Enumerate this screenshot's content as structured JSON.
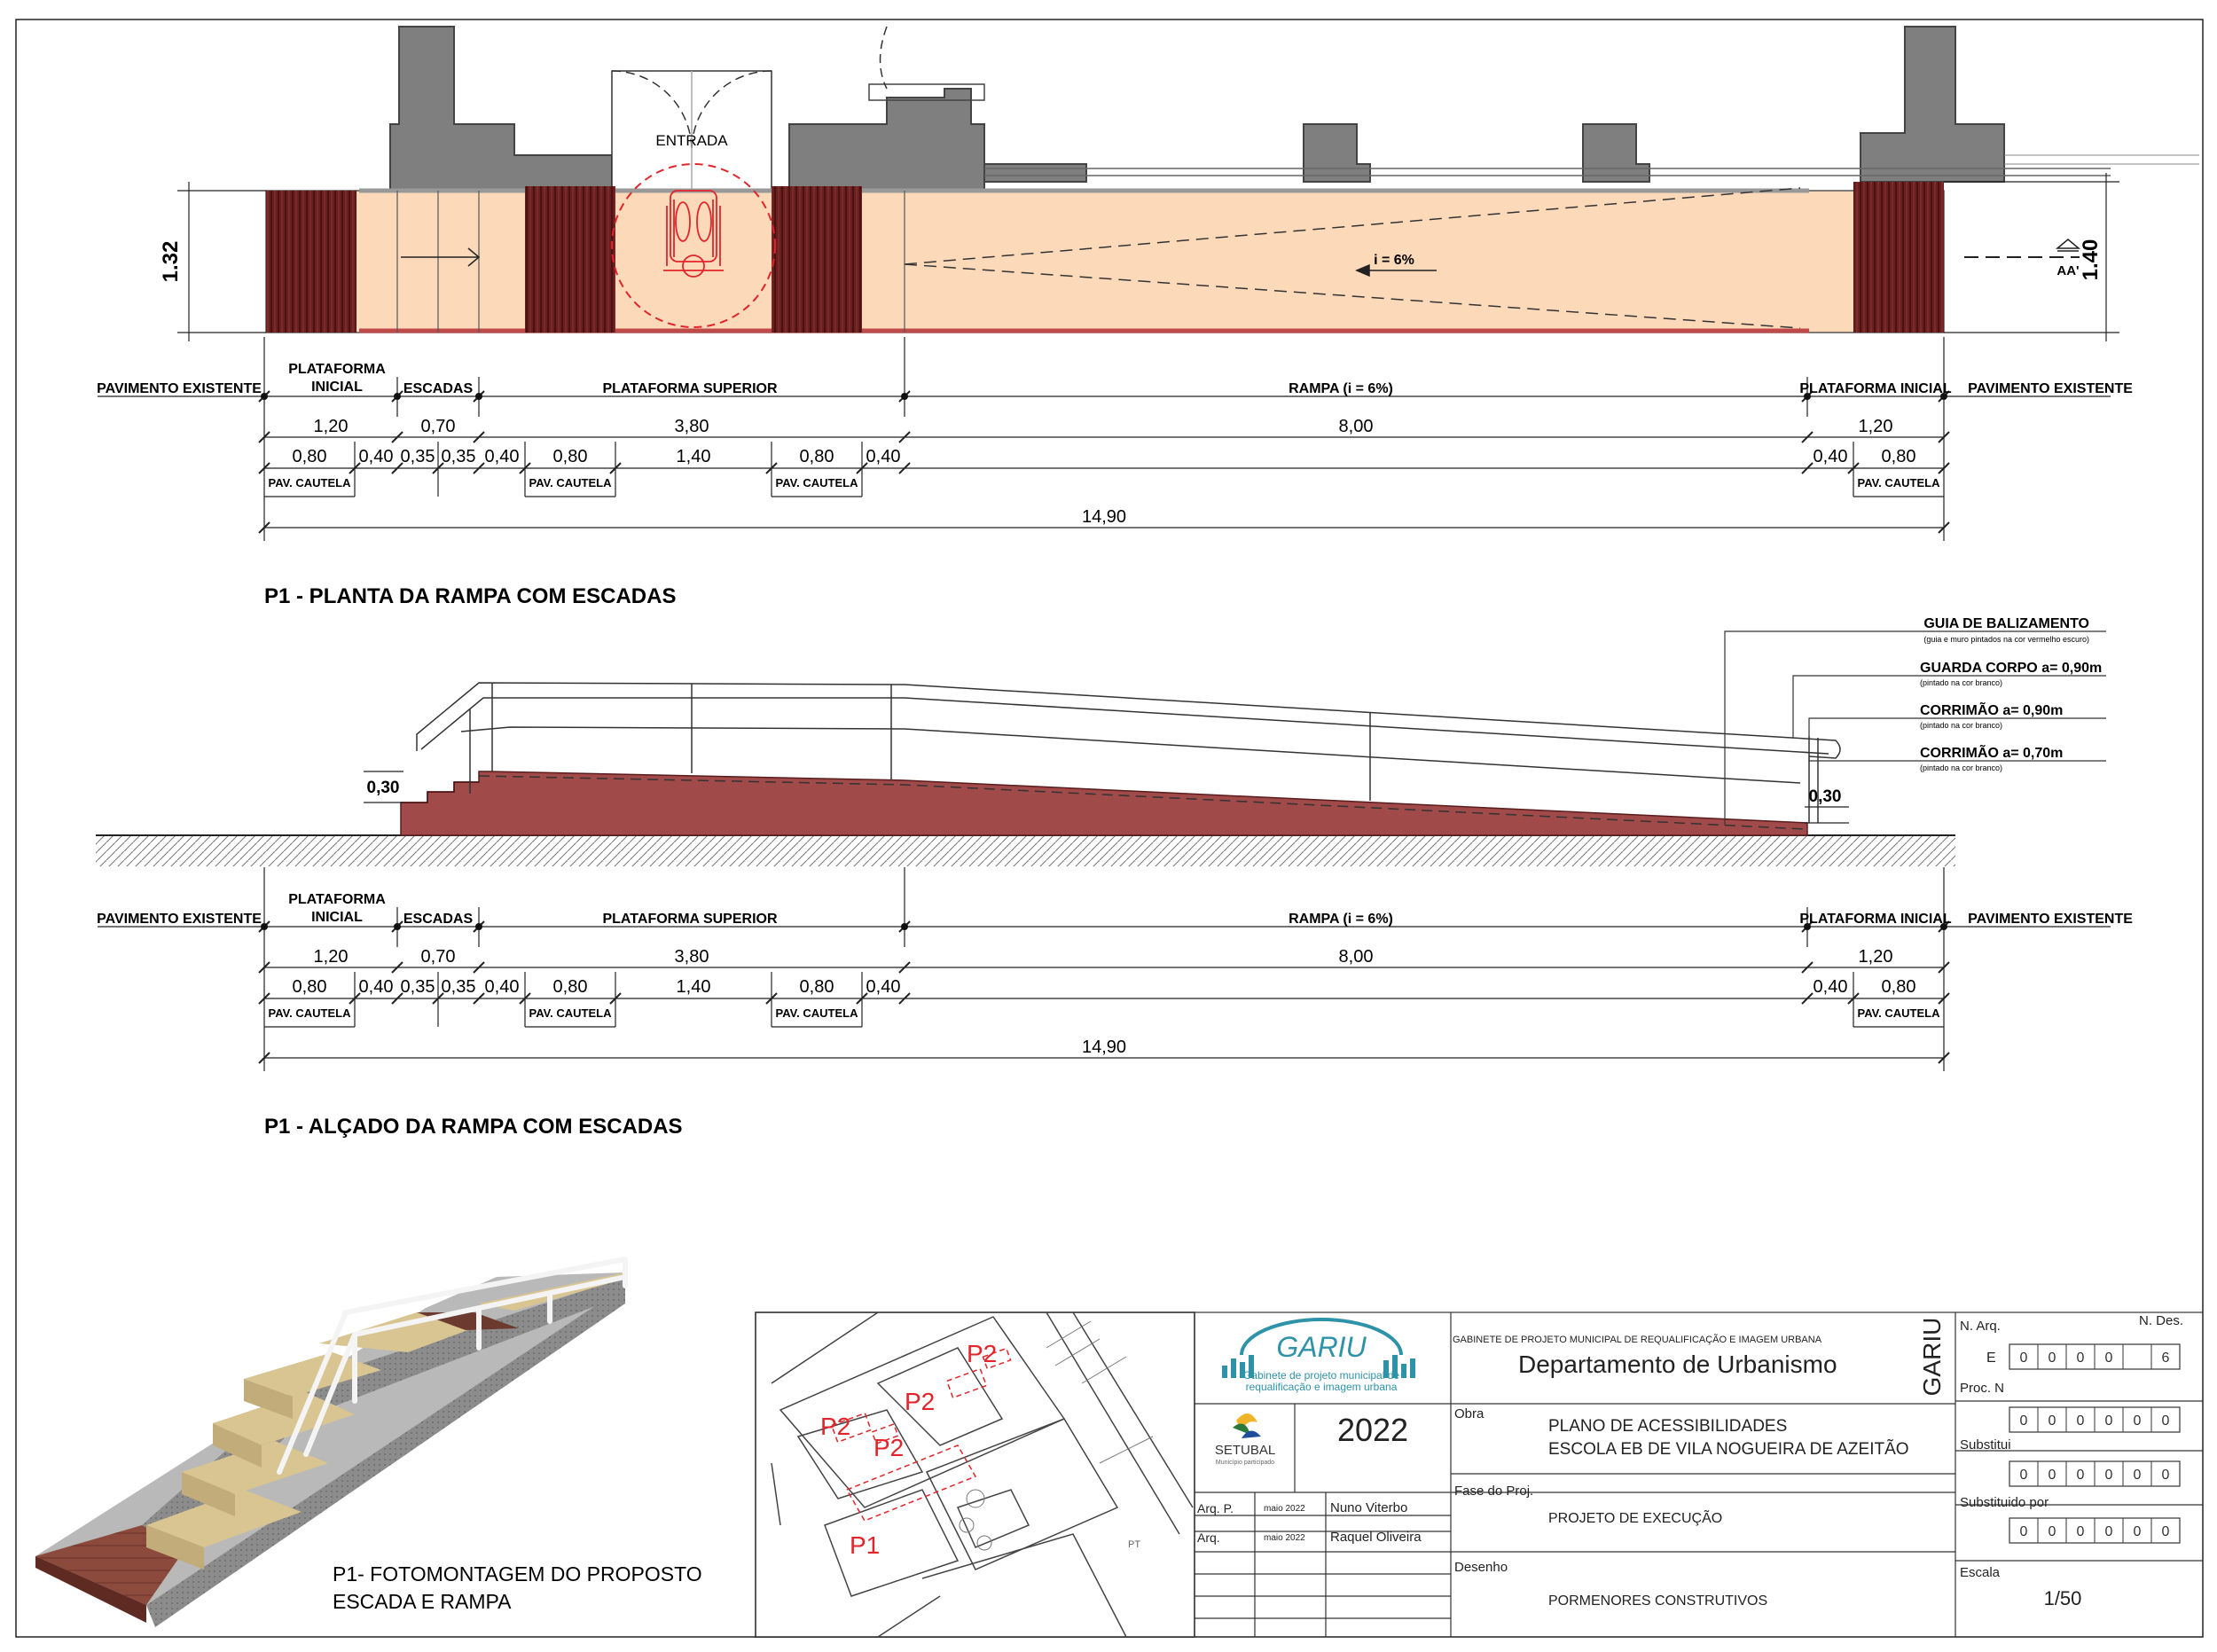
{
  "plan": {
    "title": "P1 - PLANTA DA RAMPA COM ESCADAS",
    "entrance": "ENTRADA",
    "slope_label": "i = 6%",
    "dim_left": "1.32",
    "dim_right": "1.40",
    "section_mark": "AA'"
  },
  "zones": {
    "pav_left": "PAVIMENTO EXISTENTE",
    "plat_inicial_line1": "PLATAFORMA",
    "plat_inicial_line2": "INICIAL",
    "escadas": "ESCADAS",
    "plat_superior": "PLATAFORMA SUPERIOR",
    "rampa": "RAMPA (i = 6%)",
    "plat_inicial_right": "PLATAFORMA INICIAL",
    "pav_right": "PAVIMENTO EXISTENTE"
  },
  "dims": {
    "row1": [
      "1,20",
      "0,70",
      "3,80",
      "8,00",
      "1,20"
    ],
    "row2": [
      "0,80",
      "0,40",
      "0,35",
      "0,35",
      "0,40",
      "0,80",
      "1,40",
      "0,80",
      "0,40",
      "0,40",
      "0,80"
    ],
    "cautela": "PAV. CAUTELA",
    "total": "14,90"
  },
  "elevation": {
    "title": "P1 - ALÇADO DA RAMPA COM ESCADAS",
    "guia": "GUIA DE BALIZAMENTO",
    "guia_note": "(guia e muro pintados na cor vermelho escuro)",
    "guarda": "GUARDA CORPO a= 0,90m",
    "guarda_note": "(pintado na cor branco)",
    "corrimao1": "CORRIMÃO a= 0,90m",
    "corrimao1_note": "(pintado na cor branco)",
    "corrimao2": "CORRIMÃO a= 0,70m",
    "corrimao2_note": "(pintado na cor branco)",
    "h_left": "0,30",
    "h_right": "0,30"
  },
  "photo": {
    "caption_line1": "P1- FOTOMONTAGEM DO PROPOSTO",
    "caption_line2": "ESCADA E RAMPA"
  },
  "keymap": {
    "labels": [
      "P2",
      "P2",
      "P2",
      "P2",
      "P1"
    ],
    "pt": "PT"
  },
  "titleblock": {
    "logo_name": "GARIU",
    "logo_sub1": "Gabinete de projeto municipal de",
    "logo_sub2": "requalificação e imagem urbana",
    "setubal": "SETUBAL",
    "setubal_sub": "Município participado",
    "year": "2022",
    "gabinete": "GABINETE DE PROJETO MUNICIPAL DE REQUALIFICAÇÃO E IMAGEM URBANA",
    "departamento": "Departamento de Urbanismo",
    "vertical": "GARIU",
    "obra_label": "Obra",
    "obra_line1": "PLANO DE ACESSIBILIDADES",
    "obra_line2": "ESCOLA EB DE VILA NOGUEIRA DE AZEITÃO",
    "fase_label": "Fase do Proj.",
    "fase": "PROJETO DE EXECUÇÃO",
    "desenho_label": "Desenho",
    "desenho": "PORMENORES CONSTRUTIVOS",
    "arq_p_label": "Arq. P.",
    "arq_p_date": "maio  2022",
    "arq_p_name": "Nuno Viterbo",
    "arq_label": "Arq.",
    "arq_date": "maio  2022",
    "arq_name": "Raquel Oliveira",
    "n_arq_label": "N. Arq.",
    "n_des_label": "N. Des.",
    "e_label": "E",
    "n_arq_digits": [
      "0",
      "0",
      "0",
      "0",
      "6"
    ],
    "proc_label": "Proc. N",
    "proc_digits": [
      "0",
      "0",
      "0",
      "0",
      "0",
      "0"
    ],
    "substitui_label": "Substitui",
    "substitui_digits": [
      "0",
      "0",
      "0",
      "0",
      "0",
      "0"
    ],
    "substituido_label": "Substituido por",
    "substituido_digits": [
      "0",
      "0",
      "0",
      "0",
      "0",
      "0"
    ],
    "escala_label": "Escala",
    "escala": "1/50"
  },
  "colors": {
    "ramp_fill": "#fbd9b9",
    "brick": "#6a1f1f",
    "elevation_red": "#a04a4a",
    "wall_grey": "#7f7f7f",
    "accent_red": "#e3242b",
    "logo_teal": "#2e93a8"
  }
}
